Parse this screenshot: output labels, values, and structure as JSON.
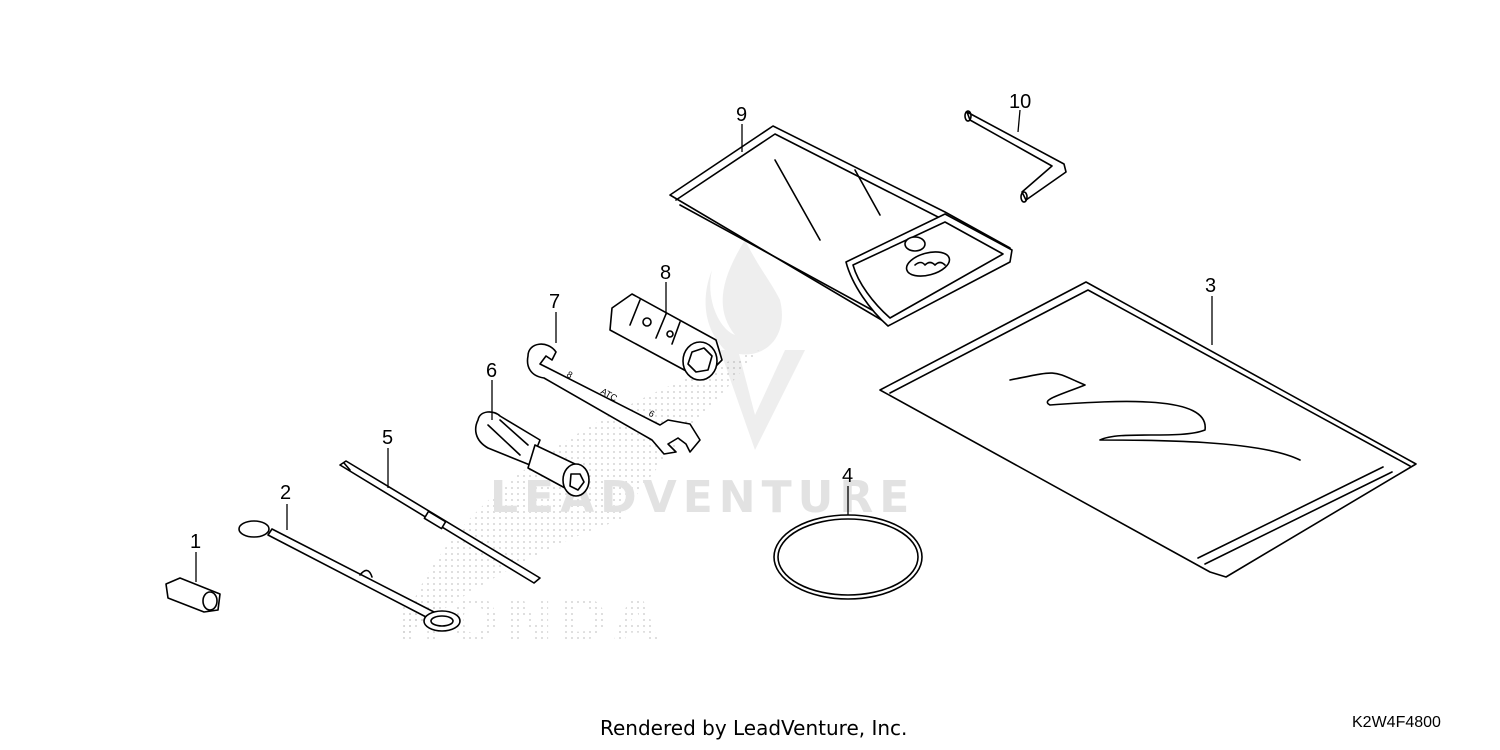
{
  "watermark": {
    "brand": "LEADVENTURE",
    "maker": "HONDA"
  },
  "parts": [
    {
      "ref": "1"
    },
    {
      "ref": "2"
    },
    {
      "ref": "3"
    },
    {
      "ref": "4"
    },
    {
      "ref": "5"
    },
    {
      "ref": "6"
    },
    {
      "ref": "7"
    },
    {
      "ref": "8"
    },
    {
      "ref": "9"
    },
    {
      "ref": "10"
    }
  ],
  "footer": {
    "credit": "Rendered by LeadVenture, Inc.",
    "code": "K2W4F4800"
  }
}
